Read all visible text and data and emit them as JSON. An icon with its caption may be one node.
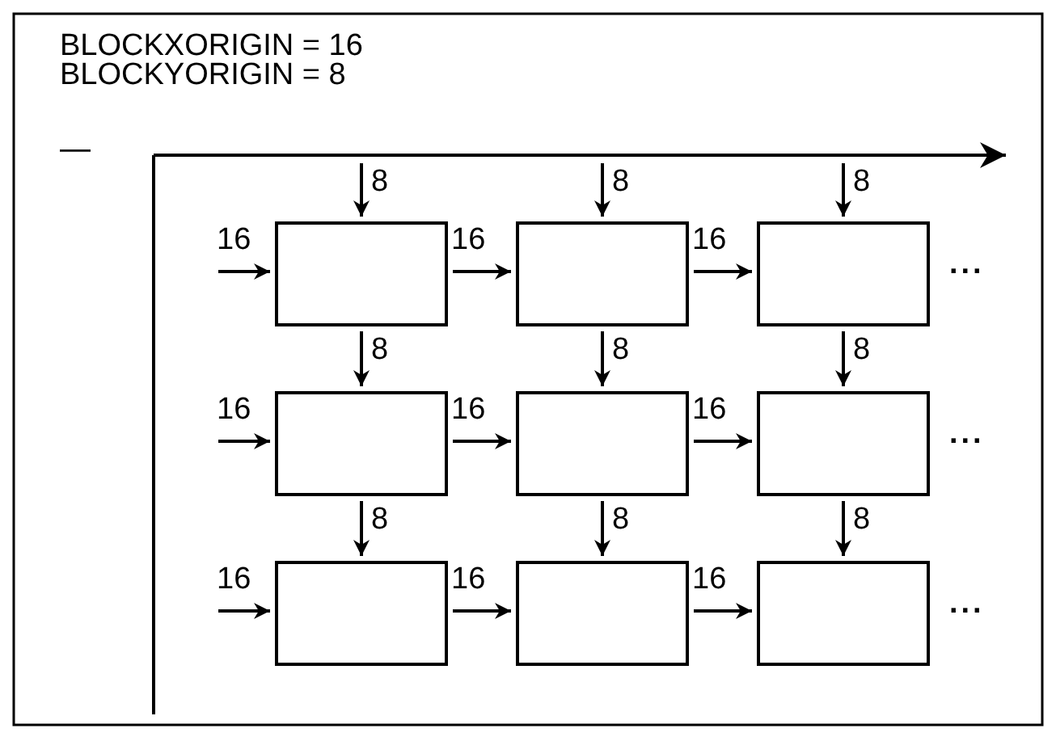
{
  "diagram": {
    "nodes": [
      {
        "text": [],
        "shape": "box"
      },
      {
        "text": [],
        "shape": "box"
      },
      {
        "text": [],
        "shape": "box"
      },
      {
        "text": [],
        "shape": "box"
      },
      {
        "text": [],
        "shape": "box"
      },
      {
        "text": [],
        "shape": "box"
      },
      {
        "text": [],
        "shape": "box"
      },
      {
        "text": [],
        "shape": "box"
      },
      {
        "text": [],
        "shape": "box"
      }
    ],
    "edges": [
      {
        "from": null,
        "to": 0,
        "arrow": "to",
        "label": "8"
      },
      {
        "from": null,
        "to": 1,
        "arrow": "to",
        "label": "8"
      },
      {
        "from": null,
        "to": 2,
        "arrow": "to",
        "label": "8"
      },
      {
        "from": null,
        "to": 0,
        "arrow": "to",
        "label": "16"
      },
      {
        "from": 0,
        "to": 1,
        "arrow": "to",
        "label": "16"
      },
      {
        "from": 1,
        "to": 2,
        "arrow": "to",
        "label": "16"
      },
      {
        "from": 0,
        "to": 3,
        "arrow": "to",
        "label": "8"
      },
      {
        "from": 1,
        "to": 4,
        "arrow": "to",
        "label": "8"
      },
      {
        "from": 2,
        "to": 5,
        "arrow": "to",
        "label": "8"
      },
      {
        "from": null,
        "to": 3,
        "arrow": "to",
        "label": "16"
      },
      {
        "from": 3,
        "to": 4,
        "arrow": "to",
        "label": "16"
      },
      {
        "from": 4,
        "to": 5,
        "arrow": "to",
        "label": "16"
      },
      {
        "from": 3,
        "to": 6,
        "arrow": "to",
        "label": "8"
      },
      {
        "from": 4,
        "to": 7,
        "arrow": "to",
        "label": "8"
      },
      {
        "from": 5,
        "to": 8,
        "arrow": "to",
        "label": "8"
      },
      {
        "from": null,
        "to": 6,
        "arrow": "to",
        "label": "16"
      },
      {
        "from": 6,
        "to": 7,
        "arrow": "to",
        "label": "16"
      },
      {
        "from": 7,
        "to": 8,
        "arrow": "to",
        "label": "16"
      }
    ],
    "labels": [
      "BLOCKXORIGIN = 16",
      "BLOCKYORIGIN = 8",
      "—",
      "...",
      "...",
      "..."
    ]
  }
}
